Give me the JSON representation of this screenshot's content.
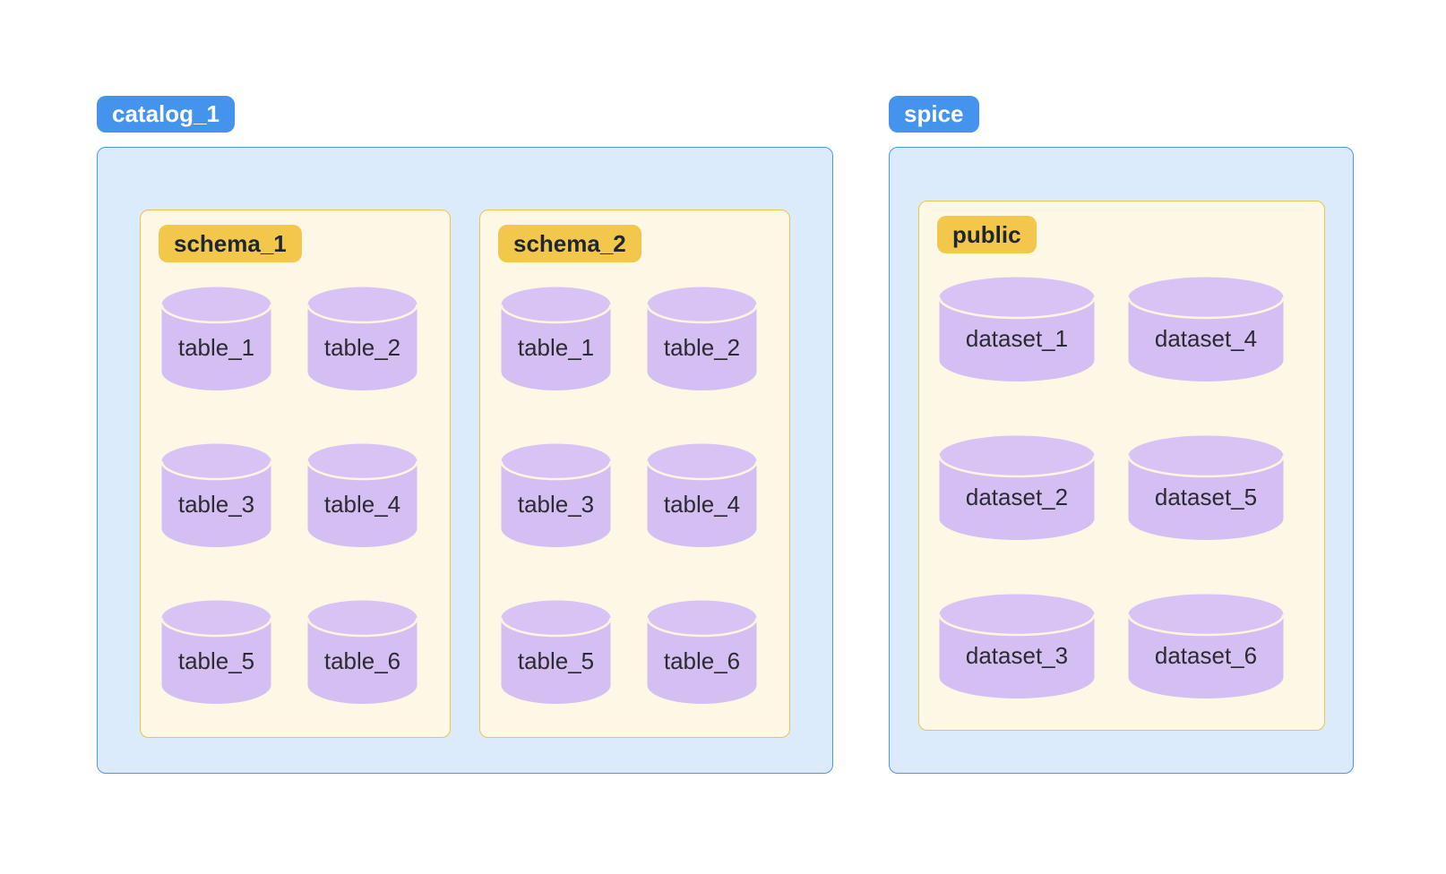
{
  "colors": {
    "group_badge_bg": "#4493EC",
    "group_badge_text": "#FFFFFF",
    "group_box_bg": "#DCEBFB",
    "group_box_border": "#4E97EE",
    "schema_badge_bg": "#F2C74B",
    "schema_badge_text": "#1E2631",
    "schema_box_bg": "#FDF7E6",
    "schema_box_border": "#EDC44F",
    "cylinder_body": "#D5BEF1",
    "cylinder_lid": "#D9C2F4",
    "cylinder_highlight": "#FCF5DF",
    "cylinder_text": "#2A2B33"
  },
  "groups": [
    {
      "label": "catalog_1",
      "schemas": [
        {
          "label": "schema_1",
          "items": [
            "table_1",
            "table_2",
            "table_3",
            "table_4",
            "table_5",
            "table_6"
          ]
        },
        {
          "label": "schema_2",
          "items": [
            "table_1",
            "table_2",
            "table_3",
            "table_4",
            "table_5",
            "table_6"
          ]
        }
      ]
    },
    {
      "label": "spice",
      "schemas": [
        {
          "label": "public",
          "items": [
            "dataset_1",
            "dataset_2",
            "dataset_3",
            "dataset_4",
            "dataset_5",
            "dataset_6"
          ]
        }
      ]
    }
  ]
}
